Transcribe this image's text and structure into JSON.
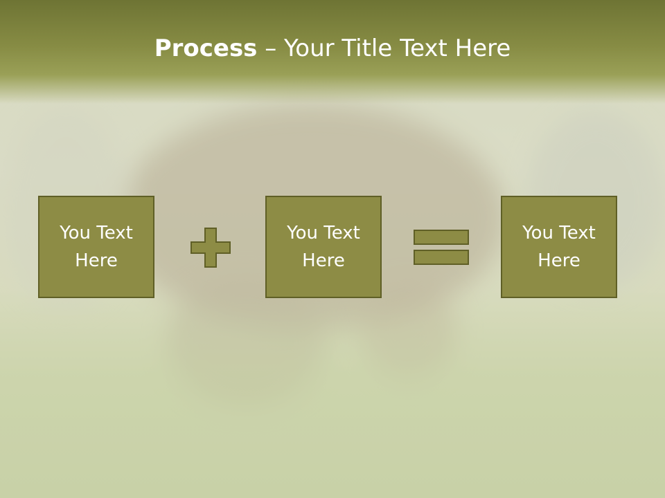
{
  "slide": {
    "title_bold": "Process",
    "title_rest": " – Your Title Text Here",
    "boxes": [
      {
        "label": "You Text Here"
      },
      {
        "label": "You Text Here"
      },
      {
        "label": "You Text Here"
      }
    ],
    "operators": [
      "plus-icon",
      "equals-icon"
    ],
    "colors": {
      "header": "#7d8240",
      "box_fill": "#8d8c45",
      "box_border": "#5f5f26",
      "text": "#ffffff"
    }
  }
}
